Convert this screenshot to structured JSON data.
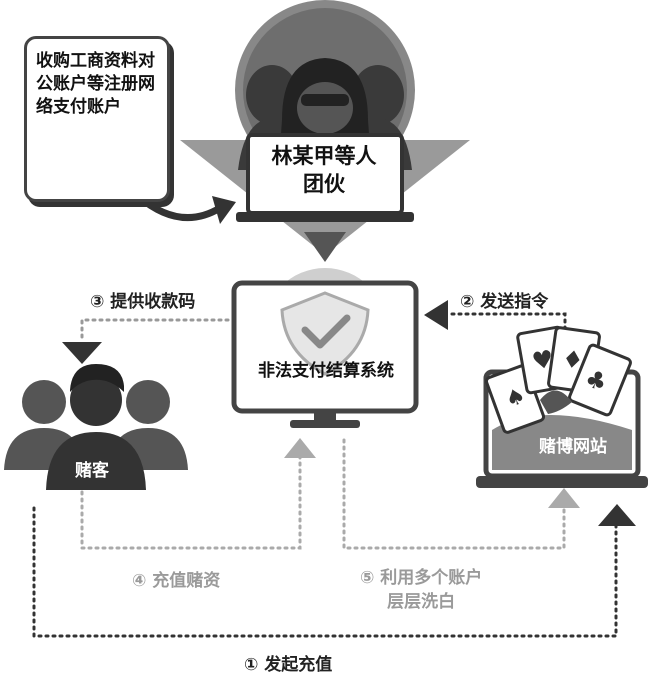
{
  "note": {
    "text": "收购工商资料对公账户等注册网络支付账户"
  },
  "gang": {
    "label": "林某甲等人团伙"
  },
  "system": {
    "label": "非法支付结算系统"
  },
  "gamblers": {
    "label": "赌客"
  },
  "website": {
    "label": "赌博网站"
  },
  "steps": {
    "s1": "① 发起充值",
    "s2": "② 发送指令",
    "s3": "③ 提供收款码",
    "s4": "④ 充值赌资",
    "s5_line1": "⑤ 利用多个账户",
    "s5_line2": "层层洗白"
  },
  "colors": {
    "dark": "#333333",
    "mid": "#777777",
    "light": "#bbbbbb",
    "paper": "#ffffff"
  }
}
